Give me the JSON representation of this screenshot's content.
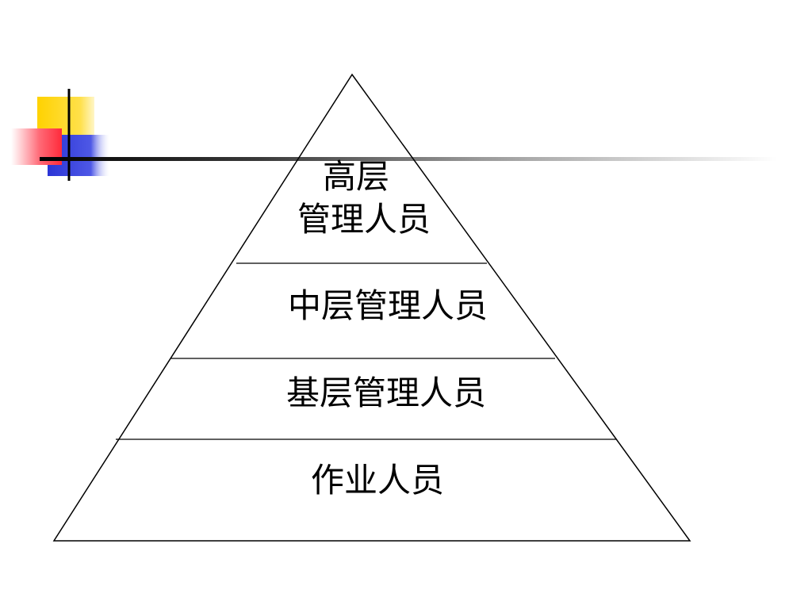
{
  "pyramid": {
    "levels": [
      {
        "lines": [
          "高层",
          "管理人员"
        ]
      },
      {
        "lines": [
          "中层管理人员"
        ]
      },
      {
        "lines": [
          "基层管理人员"
        ]
      },
      {
        "lines": [
          "作业人员"
        ]
      }
    ]
  },
  "colors": {
    "deco_yellow": "#FFD700",
    "deco_red": "#FF4A5A",
    "deco_blue": "#2B35D6",
    "line": "#000000"
  }
}
